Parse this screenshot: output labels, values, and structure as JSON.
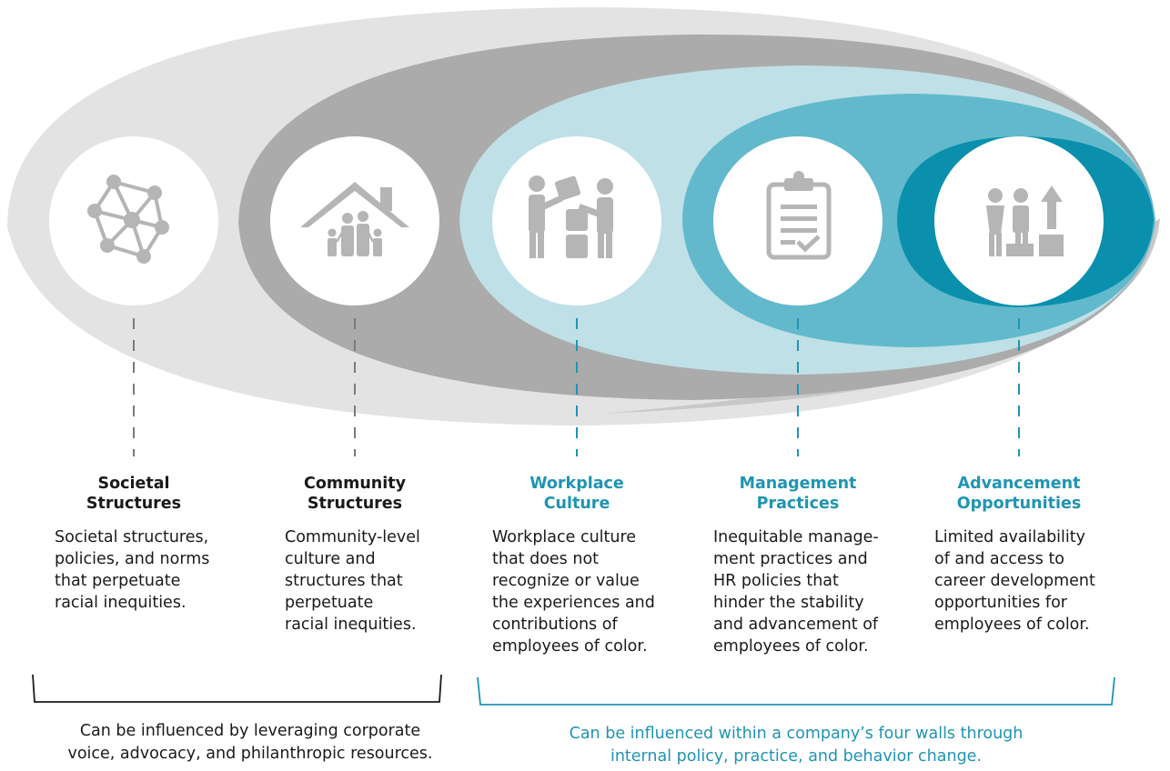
{
  "columns": [
    {
      "id": "societal",
      "title_line1": "Societal",
      "title_line2": "Structures",
      "description": "Societal structures,\npolicies, and norms\nthat perpetuate\nracial inequities.",
      "group": "external"
    },
    {
      "id": "community",
      "title_line1": "Community",
      "title_line2": "Structures",
      "description": "Community-level\nculture and\nstructures that\nperpetuate\nracial inequities.",
      "group": "external"
    },
    {
      "id": "workplace",
      "title_line1": "Workplace",
      "title_line2": "Culture",
      "description": "Workplace culture\nthat does not\nrecognize or value\nthe experiences and\ncontributions of\nemployees of color.",
      "group": "internal"
    },
    {
      "id": "management",
      "title_line1": "Management",
      "title_line2": "Practices",
      "description": "Inequitable manage-\nment practices and\nHR policies that\nhinder the stability\nand advancement of\nemployees of color.",
      "group": "internal"
    },
    {
      "id": "advancement",
      "title_line1": "Advancement",
      "title_line2": "Opportunities",
      "description": "Limited availability\nof and access to\ncareer development\nopportunities for\nemployees of color.",
      "group": "internal"
    }
  ],
  "notes": {
    "external": "Can be influenced by leveraging corporate\nvoice, advocacy, and philanthropic resources.",
    "internal": "Can be influenced within a company’s four walls through\ninternal policy, practice, and behavior change."
  },
  "icons": [
    "network-icon",
    "family-house-icon",
    "collaboration-icon",
    "clipboard-check-icon",
    "career-growth-icon"
  ],
  "colors": {
    "outer_ellipse": "#e3e3e3",
    "community_ellipse": "#ababab",
    "workplace_ellipse": "#bfe0e6",
    "management_ellipse": "#62b9cc",
    "advancement_ellipse": "#0a90ad",
    "icon_grey": "#b5b5b5",
    "teal_text": "#1f94b3"
  }
}
